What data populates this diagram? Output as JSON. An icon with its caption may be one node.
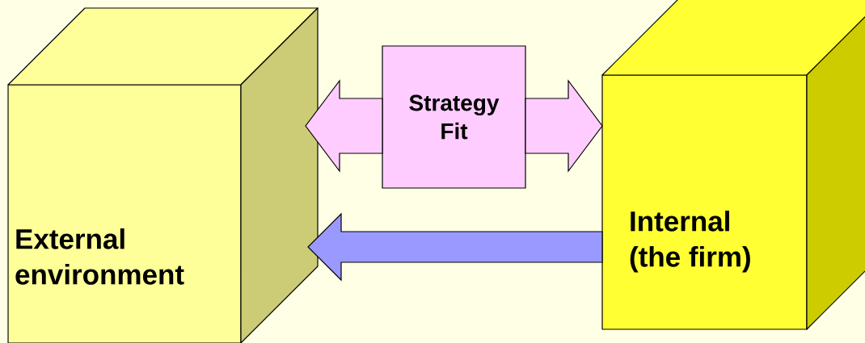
{
  "diagram": {
    "nodes": [
      {
        "text": [
          "External environment"
        ]
      },
      {
        "text": [
          "Strategy Fit"
        ]
      },
      {
        "text": [
          "Internal (the firm)"
        ]
      }
    ],
    "edges": [
      {
        "from": 1,
        "to": 0,
        "arrow": "to"
      },
      {
        "from": 1,
        "to": 2,
        "arrow": "to"
      },
      {
        "from": 2,
        "to": 0,
        "arrow": "to",
        "color": "#9999ff"
      }
    ]
  }
}
